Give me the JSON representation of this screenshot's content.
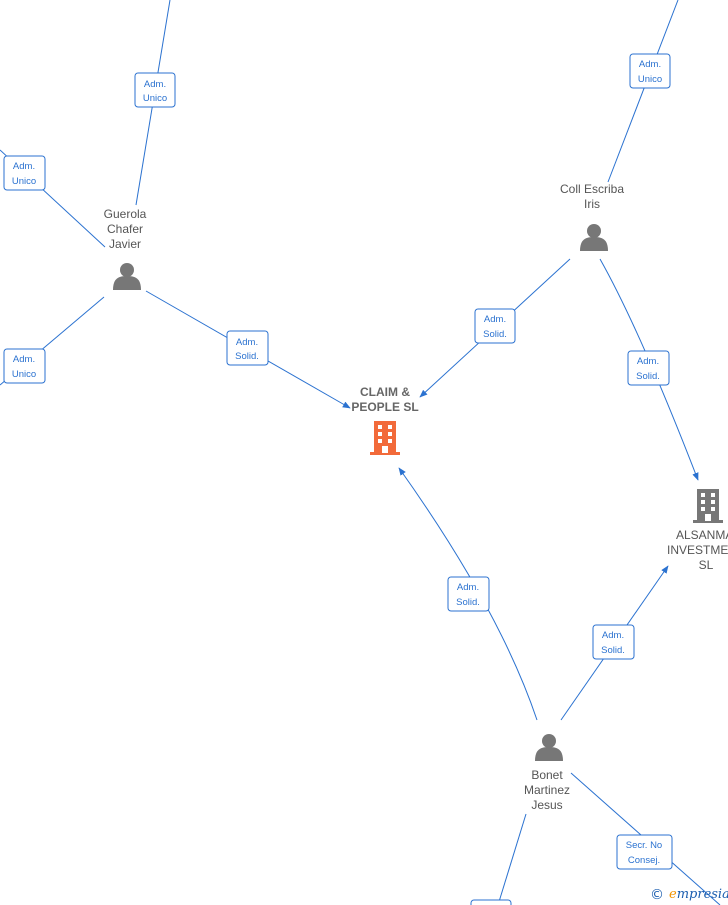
{
  "colors": {
    "accent": "#2b72d0",
    "person_icon": "#777777",
    "main_company": "#f26a3a",
    "company": "#777777",
    "label": "#555555",
    "brand_blue": "#1d5fb0",
    "brand_orange": "#f29400"
  },
  "nodes": {
    "guerola": {
      "label_lines": [
        "Guerola",
        "Chafer",
        "Javier"
      ],
      "icon": "person-icon"
    },
    "coll": {
      "label_lines": [
        "Coll Escriba",
        "Iris"
      ],
      "icon": "person-icon"
    },
    "claim": {
      "label_lines": [
        "CLAIM &",
        "PEOPLE  SL"
      ],
      "icon": "building-icon"
    },
    "alsanmar": {
      "label_lines": [
        "ALSANMAR",
        "INVESTMENT",
        "SL"
      ],
      "icon": "building-icon"
    },
    "bonet": {
      "label_lines": [
        "Bonet",
        "Martinez",
        "Jesus"
      ],
      "icon": "person-icon"
    }
  },
  "edge_labels": {
    "guerola_up": [
      "Adm.",
      "Unico"
    ],
    "guerola_left_up": [
      "Adm.",
      "Unico"
    ],
    "guerola_left_down": [
      "Adm.",
      "Unico"
    ],
    "guerola_claim": [
      "Adm.",
      "Solid."
    ],
    "coll_up": [
      "Adm.",
      "Unico"
    ],
    "coll_claim": [
      "Adm.",
      "Solid."
    ],
    "coll_alsanmar": [
      "Adm.",
      "Solid."
    ],
    "bonet_claim": [
      "Adm.",
      "Solid."
    ],
    "bonet_alsanmar": [
      "Adm.",
      "Solid."
    ],
    "bonet_secr": [
      "Secr.  No",
      "Consej."
    ]
  },
  "brand": {
    "copyright": "©",
    "e": "e",
    "rest": "mpresia"
  }
}
